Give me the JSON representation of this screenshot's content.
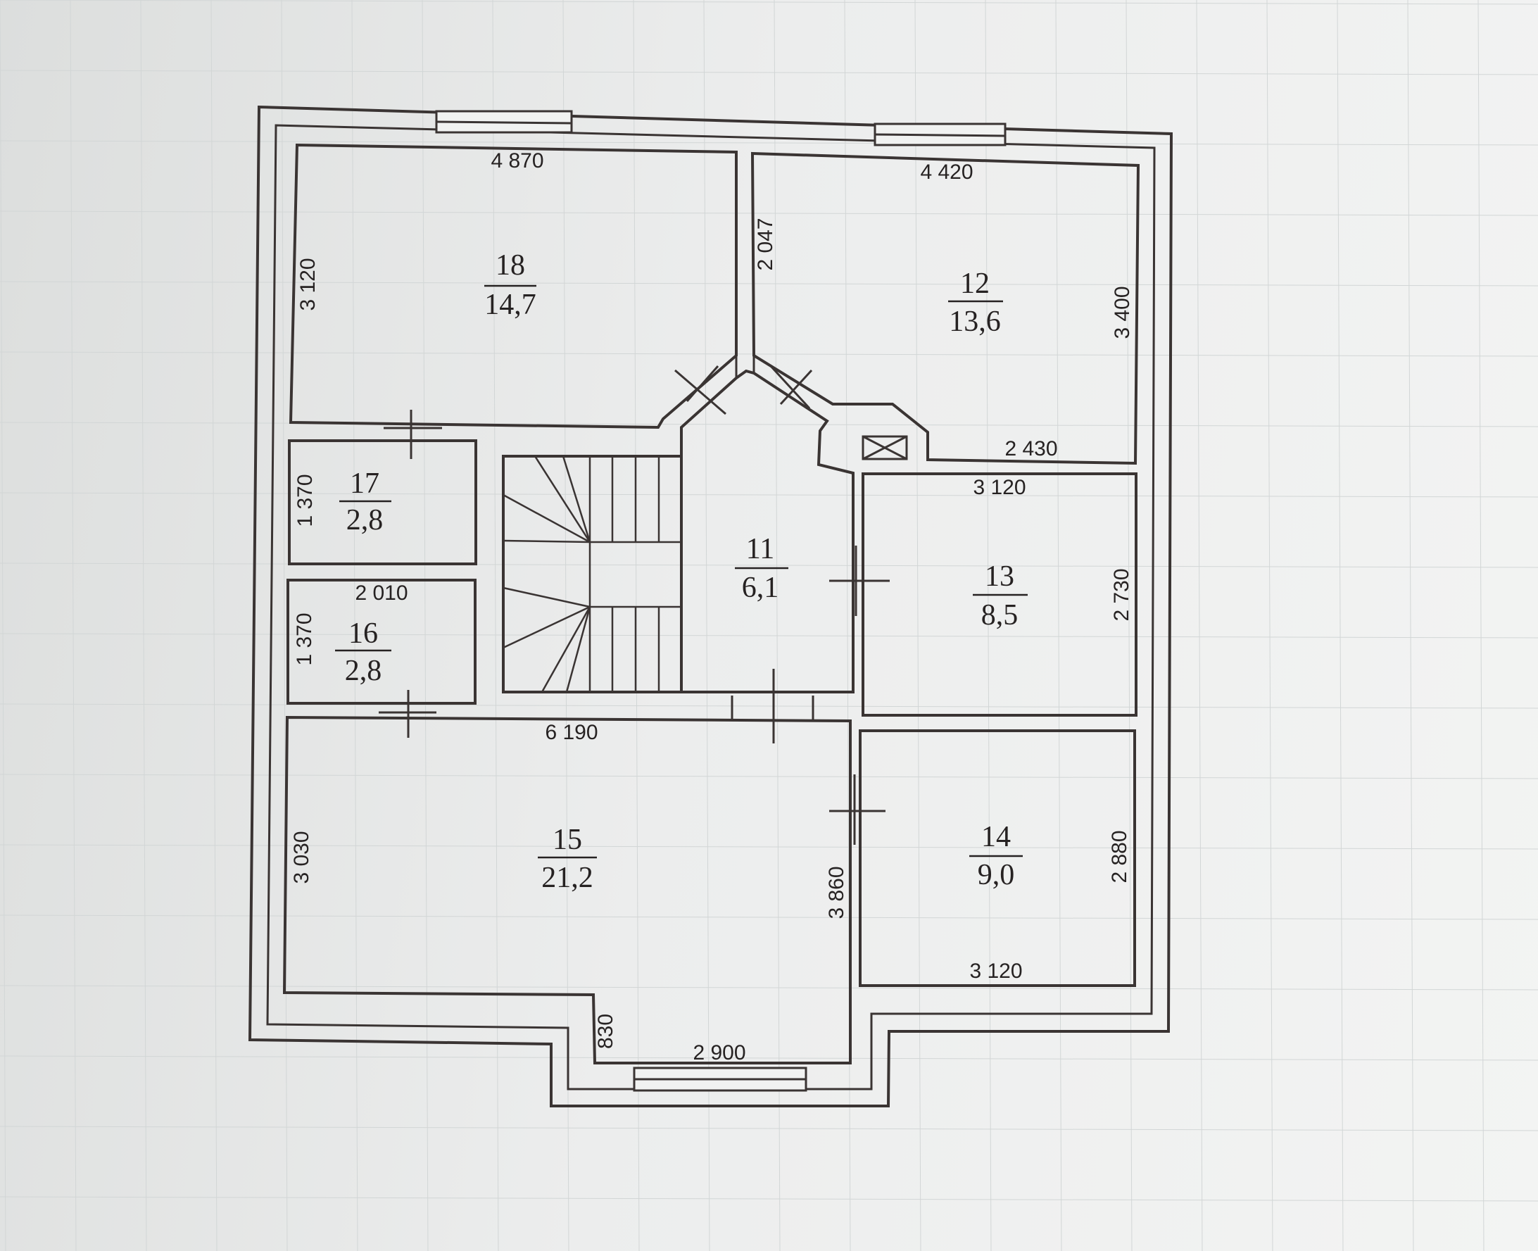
{
  "rooms": [
    {
      "id": "18",
      "area": "14,7"
    },
    {
      "id": "12",
      "area": "13,6"
    },
    {
      "id": "17",
      "area": "2,8"
    },
    {
      "id": "16",
      "area": "2,8"
    },
    {
      "id": "11",
      "area": "6,1"
    },
    {
      "id": "13",
      "area": "8,5"
    },
    {
      "id": "15",
      "area": "21,2"
    },
    {
      "id": "14",
      "area": "9,0"
    }
  ],
  "dimensions": {
    "room18_width": "4 870",
    "room18_height": "3 120",
    "room12_width": "4 420",
    "room12_wall": "2 047",
    "room12_height": "3 400",
    "room12_bottom": "2 430",
    "room17_height": "1 370",
    "room16_width": "2 010",
    "room16_height": "1 370",
    "room13_width": "3 120",
    "room13_height": "2 730",
    "room15_width": "6 190",
    "room15_height": "3 030",
    "room15_right": "3 860",
    "bay_depth": "830",
    "bay_width": "2 900",
    "room14_height": "2 880",
    "room14_width": "3 120"
  },
  "colors": {
    "ink": "#3a3433",
    "paper": "#eceded",
    "grid": "#d2d6d6"
  }
}
